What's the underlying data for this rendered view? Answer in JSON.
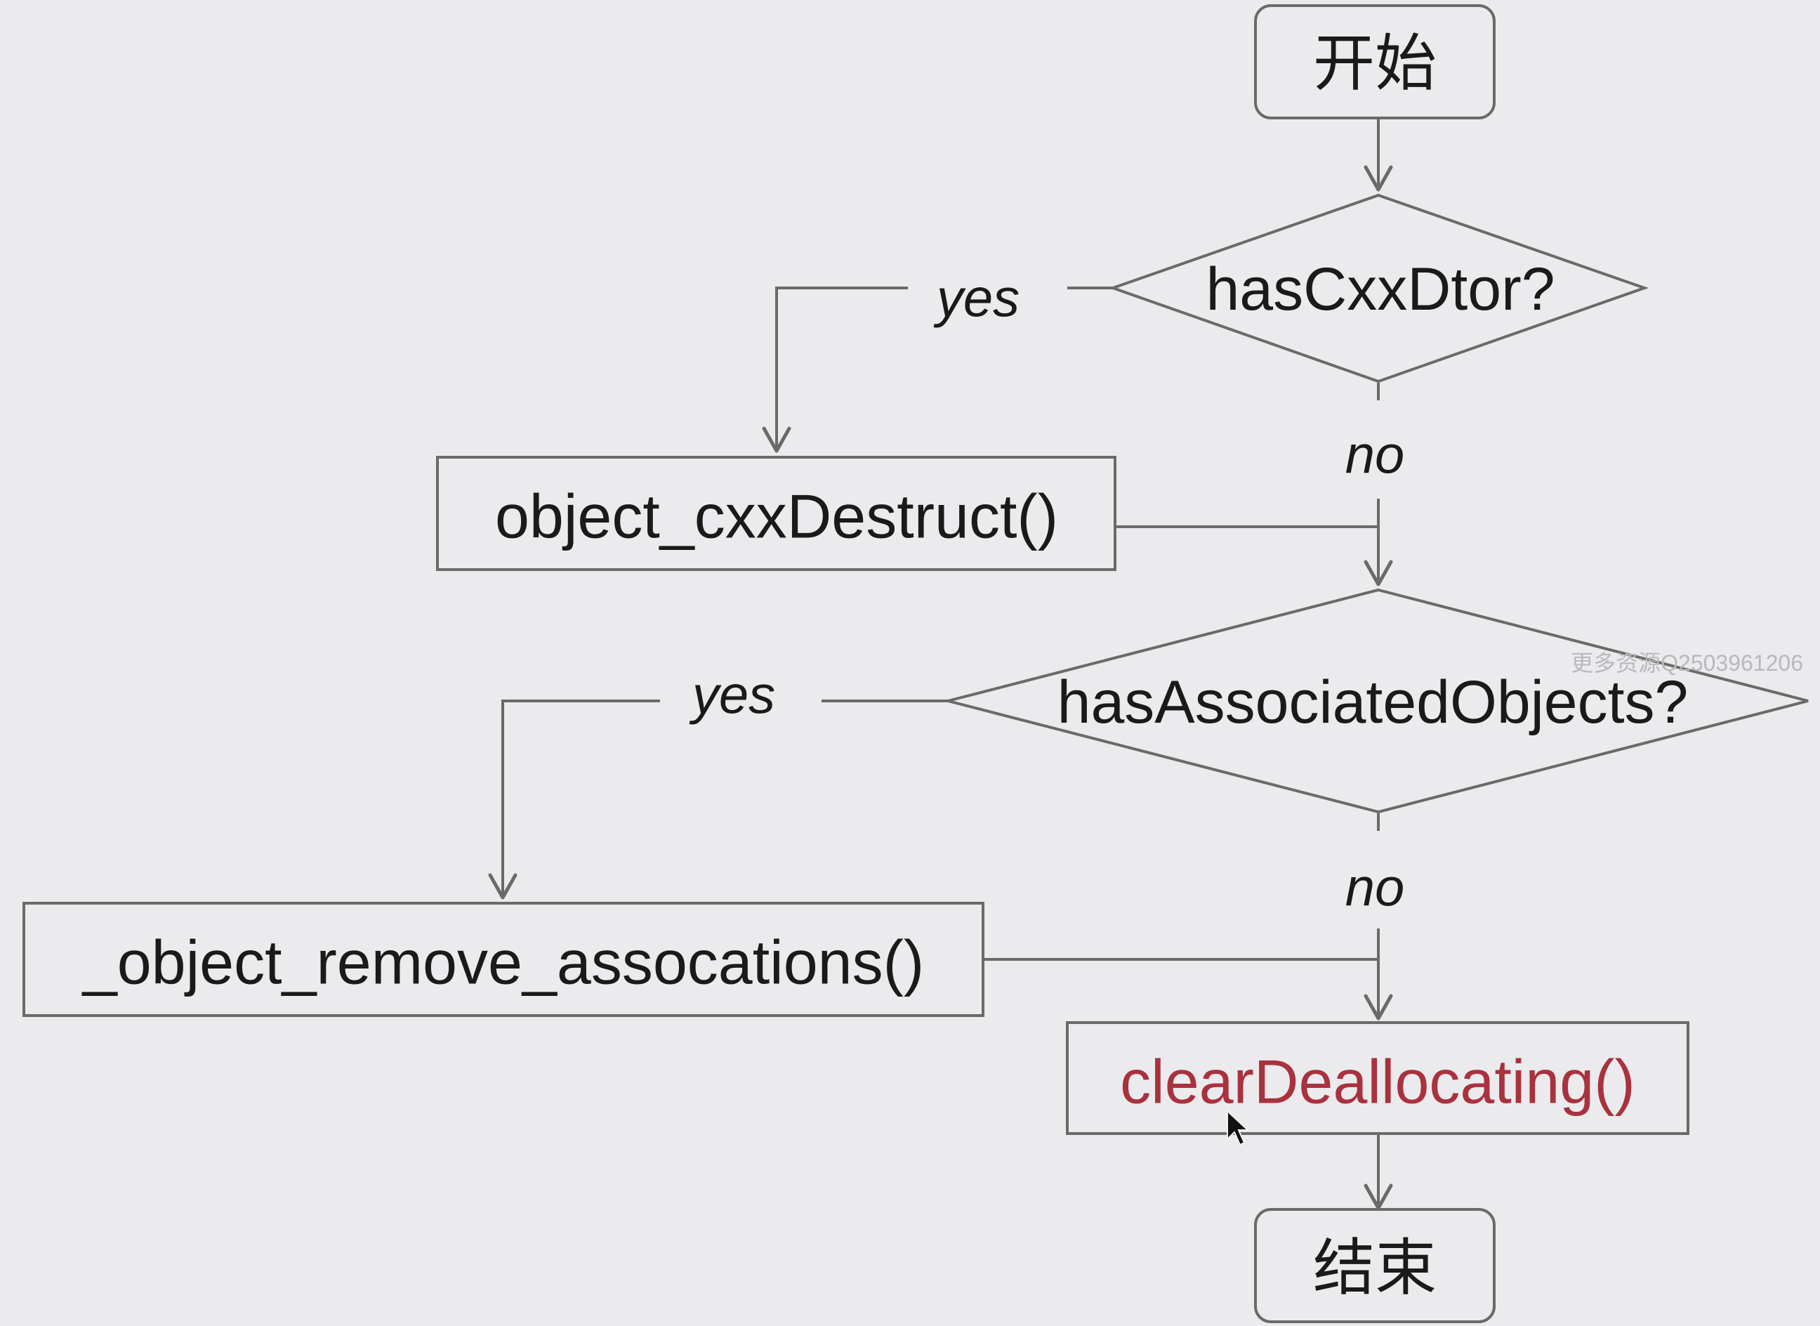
{
  "nodes": {
    "start": "开始",
    "has_cxx_dtor": "hasCxxDtor?",
    "object_cxx_destruct": "object_cxxDestruct()",
    "has_associated_objects": "hasAssociatedObjects?",
    "object_remove_assocations": "_object_remove_assocations()",
    "clear_deallocating": "clearDeallocating()",
    "end": "结束"
  },
  "edges": {
    "cxx_yes": "yes",
    "cxx_no": "no",
    "assoc_yes": "yes",
    "assoc_no": "no"
  },
  "watermark": "更多资源Q2503961206",
  "colors": {
    "background": "#ebebed",
    "line": "#6a6a6a",
    "text": "#1a1a1a",
    "highlight_text": "#a8323e"
  }
}
